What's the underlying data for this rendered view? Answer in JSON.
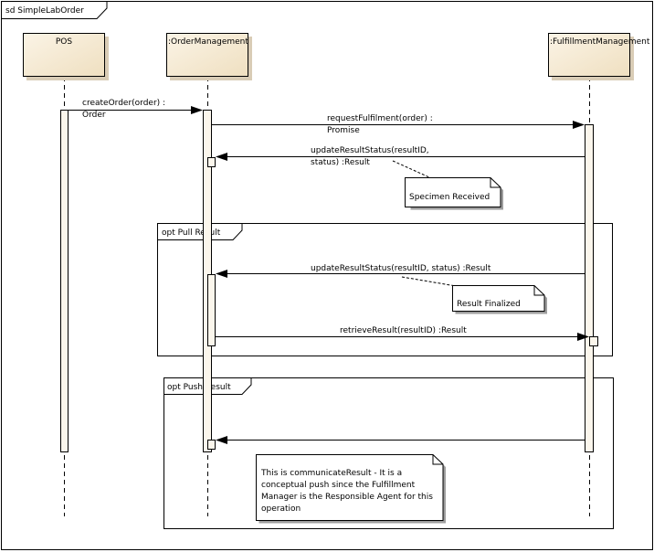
{
  "frame": {
    "title": "sd SimpleLabOrder"
  },
  "lifelines": [
    {
      "name": "POS"
    },
    {
      "name": ":OrderManagement"
    },
    {
      "name": ":FulfillmentManagement"
    }
  ],
  "messages": [
    {
      "line1": "createOrder(order) :",
      "line2": "Order"
    },
    {
      "line1": "requestFulfilment(order) :",
      "line2": "Promise"
    },
    {
      "line1": "updateResultStatus(resultID,",
      "line2": "status) :Result"
    },
    {
      "line1": "updateResultStatus(resultID, status) :Result"
    },
    {
      "line1": "retrieveResult(resultID) :Result"
    }
  ],
  "notes": [
    {
      "text": "Specimen Received"
    },
    {
      "text": "Result Finalized"
    },
    {
      "text": "This is communicateResult - It is a conceptual push since the Fulfillment Manager is the Responsible Agent for this operation"
    }
  ],
  "fragments": [
    {
      "label": "opt  Pull Result"
    },
    {
      "label": "opt Push Result"
    }
  ],
  "colors": {
    "lifeline_fill": "#f5ead6",
    "activation_fill": "#fbf6ec",
    "note_fill": "#ffffff",
    "line": "#000000"
  }
}
